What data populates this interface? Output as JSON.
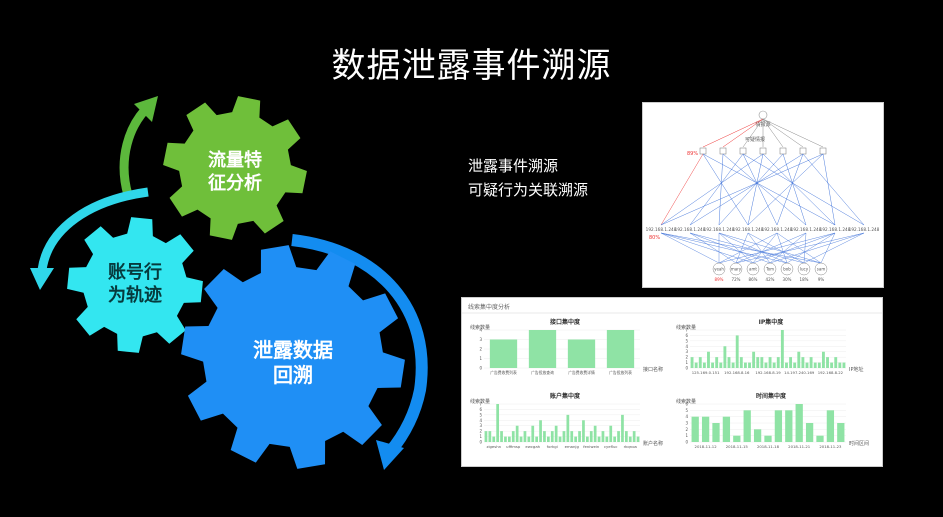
{
  "slide": {
    "title": "数据泄露事件溯源",
    "side_text": [
      "泄露事件溯源",
      "可疑行为关联溯源"
    ]
  },
  "gears": {
    "traffic": {
      "label_line1": "流量特",
      "label_line2": "征分析",
      "color": "#6fbf3a"
    },
    "account": {
      "label_line1": "账号行",
      "label_line2": "为轨迹",
      "color": "#33e6f0"
    },
    "leak": {
      "label_line1": "泄露数据",
      "label_line2": "回溯",
      "color": "#1f8ff5"
    }
  },
  "colors": {
    "arrow_green": "#5cb83c",
    "arrow_cyan": "#2fd7ea",
    "arrow_blue": "#138cf0",
    "bar_green": "#8fe3a5"
  },
  "graph_panel": {
    "root_label": "情报源",
    "mid_label": "可疑情报",
    "mid_ratio": "89%",
    "ip_nodes": [
      "192.168.1.248",
      "192.168.1.248",
      "192.168.1.248",
      "192.168.1.248",
      "192.168.1.248",
      "192.168.1.248",
      "192.168.1.248",
      "192.168.1.248"
    ],
    "users": [
      "yeah",
      "mary",
      "amt",
      "Tom",
      "bob",
      "lucy",
      "sam"
    ],
    "user_pct": [
      "89%",
      "72%",
      "86%",
      "42%",
      "30%",
      "18%",
      "9%"
    ],
    "left_pct": "80%"
  },
  "stats_panel": {
    "header": "线索集中度分析",
    "charts": [
      {
        "title": "接口集中度",
        "ylabel": "线索数量",
        "xlabel": "接口名称",
        "ticks": [
          "广告费收费列表",
          "广告投放查询",
          "广告费收费详情",
          "广告投放列表"
        ]
      },
      {
        "title": "IP集中度",
        "ylabel": "线索数量",
        "xlabel": "IP地址",
        "ticks": [
          "125.169.0.151",
          "192.168.8.16",
          "192.168.8.19",
          "14.197.240.169",
          "192.168.8.22"
        ]
      },
      {
        "title": "账户集中度",
        "ylabel": "线索数量",
        "xlabel": "账户名称",
        "ticks": [
          "zigeshn",
          "uffimsp",
          "ewcgah",
          "forkgi",
          "emanjg",
          "feniwein",
          "cyefluc",
          "rkqnoa"
        ]
      },
      {
        "title": "时间集中度",
        "ylabel": "线索数量",
        "xlabel": "时间区间",
        "ticks": [
          "2018-11-12",
          "2018-11-15",
          "2018-11-18",
          "2018-11-21",
          "2018-11-23"
        ]
      }
    ]
  },
  "chart_data": [
    {
      "type": "bar",
      "title": "接口集中度",
      "ylabel": "线索数量",
      "xlabel": "接口名称",
      "categories": [
        "广告费收费列表",
        "广告投放查询",
        "广告费收费详情",
        "广告投放列表"
      ],
      "values": [
        3,
        4,
        3,
        4
      ],
      "ylim": [
        0,
        4
      ]
    },
    {
      "type": "bar",
      "title": "IP集中度",
      "ylabel": "线索数量",
      "xlabel": "IP地址",
      "values": [
        2,
        1,
        2,
        1,
        3,
        1,
        2,
        1,
        4,
        2,
        1,
        6,
        2,
        1,
        1,
        3,
        2,
        2,
        1,
        2,
        1,
        2,
        7,
        1,
        2,
        1,
        3,
        2,
        1,
        2,
        1,
        1,
        3,
        2,
        1,
        2,
        1,
        1
      ],
      "ylim": [
        0,
        7
      ]
    },
    {
      "type": "bar",
      "title": "账户集中度",
      "ylabel": "线索数量",
      "xlabel": "账户名称",
      "values": [
        2,
        2,
        1,
        7,
        2,
        1,
        1,
        2,
        3,
        1,
        2,
        1,
        3,
        1,
        4,
        2,
        1,
        2,
        3,
        1,
        2,
        5,
        2,
        1,
        2,
        4,
        1,
        2,
        3,
        1,
        2,
        1,
        3,
        1,
        2,
        5,
        2,
        1,
        2,
        1
      ],
      "ylim": [
        0,
        7
      ]
    },
    {
      "type": "bar",
      "title": "时间集中度",
      "ylabel": "线索数量",
      "xlabel": "时间区间",
      "values": [
        4,
        4,
        3,
        4,
        1,
        5,
        2,
        1,
        5,
        5,
        6,
        3,
        1,
        5,
        3
      ],
      "ylim": [
        0,
        6
      ]
    }
  ]
}
